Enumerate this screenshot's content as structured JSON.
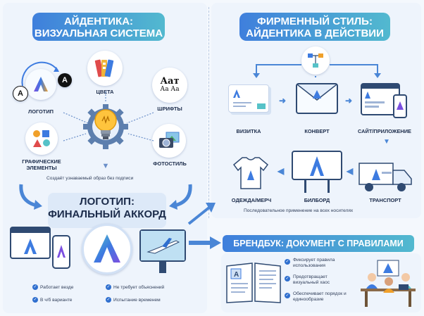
{
  "left": {
    "title_line1": "АЙДЕНТИКА:",
    "title_line2": "ВИЗУАЛЬНАЯ СИСТЕМА",
    "items": {
      "logo": "ЛОГОТИП",
      "colors": "ЦВЕТА",
      "fonts": "ШРИФТЫ",
      "graphics_line1": "ГРАФИЧЕСКИЕ",
      "graphics_line2": "ЭЛЕМЕНТЫ",
      "photo": "ФОТОСТИЛЬ"
    },
    "fonts_sample_big": "Аат",
    "fonts_sample_small": "Аа Аа",
    "caption": "Создаёт узнаваемый образ без подписи"
  },
  "logo_section": {
    "title_line1": "ЛОГОТИП:",
    "title_line2": "ФИНАЛЬНЫЙ АККОРД",
    "checks": [
      "Работает везде",
      "Не требует объяснений",
      "В ч/б варианте",
      "Испытание временем"
    ]
  },
  "right": {
    "title_line1": "ФИРМЕННЫЙ СТИЛЬ:",
    "title_line2": "АЙДЕНТИКА В ДЕЙСТВИИ",
    "carriers": {
      "card": "ВИЗИТКА",
      "envelope": "КОНВЕРТ",
      "site": "САЙТ/ПРИЛОЖЕНИЕ",
      "transport": "ТРАНСПОРТ",
      "billboard": "БИЛБОРД",
      "merch": "ОДЕЖДА/МЕРЧ"
    },
    "caption": "Последовательное применение на всех носителях"
  },
  "brandbook": {
    "title": "БРЕНДБУК: ДОКУМЕНТ С ПРАВИЛАМИ",
    "points": [
      "Фиксирует правила использования",
      "Предотвращает визуальный хаос",
      "Обеспечивает порядок и единообразие"
    ]
  },
  "colors": {
    "accent_blue": "#2f6fcf",
    "gradient_start": "#3d7be0",
    "gradient_end": "#56c2c8"
  }
}
